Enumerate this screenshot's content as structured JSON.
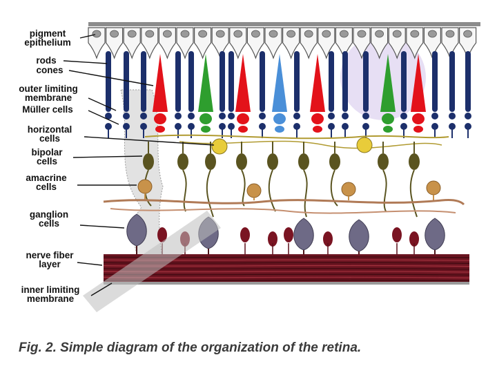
{
  "figure": {
    "labels": {
      "pigment_epithelium": [
        "pigment",
        "epithelium"
      ],
      "rods": "rods",
      "cones": "cones",
      "outer_limiting_membrane": [
        "outer limiting",
        "membrane"
      ],
      "muller_cells": "Müller cells",
      "horizontal_cells": [
        "horizontal",
        "cells"
      ],
      "bipolar_cells": [
        "bipolar",
        "cells"
      ],
      "amacrine_cells": [
        "amacrine",
        "cells"
      ],
      "ganglion_cells": [
        "ganglion",
        "cells"
      ],
      "nerve_fiber_layer": [
        "nerve fiber",
        "layer"
      ],
      "inner_limiting_membrane": [
        "inner limiting",
        "membrane"
      ]
    },
    "caption": "Fig. 2. Simple diagram of the organization of the retina.",
    "colors": {
      "rod": "#1c2f6b",
      "cone_red": "#e3121a",
      "cone_green": "#2e9e2e",
      "cone_blue": "#4a8fd8",
      "horizontal_cell": "#e8cc3a",
      "bipolar_cell": "#5a5420",
      "amacrine_cell": "#c8924a",
      "ganglion_cell": "#6e6a86",
      "nerve_fiber": "#6a1420",
      "muller_glia": "#9a9a9a",
      "watermark": "#bdbdbd",
      "watermark_circle": "#c9b8e6"
    }
  }
}
